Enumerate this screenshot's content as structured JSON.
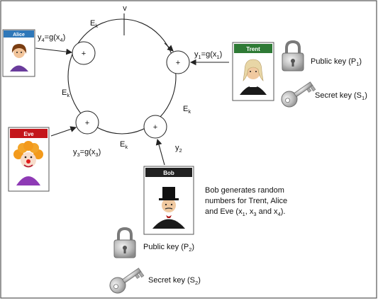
{
  "top_label": "v",
  "ring": {
    "edge_labels": [
      "E",
      "E",
      "E",
      "E"
    ],
    "edge_subscript": "k",
    "operator_symbol": "+"
  },
  "participants": {
    "alice": {
      "name": "Alice",
      "color": "#2f78b9",
      "value_label": {
        "prefix": "y",
        "sub": "4",
        "mid": "=g(x",
        "sub2": "4",
        "suffix": ")"
      }
    },
    "trent": {
      "name": "Trent",
      "color": "#2e7a35",
      "value_label": {
        "prefix": "y",
        "sub": "1",
        "mid": "=g(x",
        "sub2": "1",
        "suffix": ")"
      }
    },
    "eve": {
      "name": "Eve",
      "color": "#c4161c",
      "value_label": {
        "prefix": "y",
        "sub": "3",
        "mid": "=g(x",
        "sub2": "3",
        "suffix": ")"
      }
    },
    "bob": {
      "name": "Bob",
      "color": "#222222",
      "value_label": {
        "prefix": "y",
        "sub": "2"
      }
    }
  },
  "keys": {
    "trent_public": {
      "text": "Public key (P",
      "sub": "1",
      "close": ")"
    },
    "trent_secret": {
      "text": "Secret key (S",
      "sub": "1",
      "close": ")"
    },
    "bob_public": {
      "text": "Public key (P",
      "sub": "2",
      "close": ")"
    },
    "bob_secret": {
      "text": "Secret key (S",
      "sub": "2",
      "close": ")"
    }
  },
  "bob_note": {
    "line1": "Bob generates random",
    "line2": "numbers for Trent, Alice",
    "line3_pre": "and Eve (x",
    "s1": "1",
    "m1": ", x",
    "s2": "3",
    "m2": " and x",
    "s3": "4",
    "end": ")."
  },
  "colors": {
    "line": "#222222",
    "key_metal": "#b9b9b9",
    "key_edge": "#6e6e6e"
  }
}
